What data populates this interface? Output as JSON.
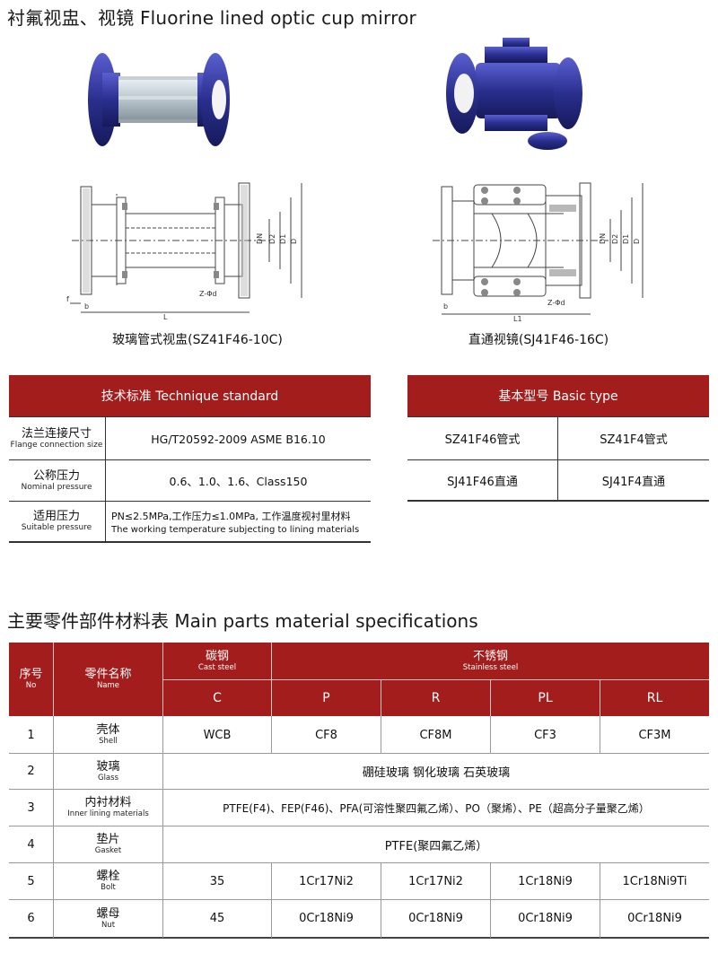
{
  "page_title": "衬氟视盅、视镜 Fluorine lined optic cup mirror",
  "products": [
    {
      "caption": "玻璃管式视盅(SZ41F46-10C)"
    },
    {
      "caption": "直通视镜(SJ41F46-16C)"
    }
  ],
  "drawing_labels": {
    "L": "L",
    "L1": "L1",
    "b": "b",
    "f": "f",
    "DN": "DN",
    "D2": "D2",
    "D1": "D1",
    "D": "D",
    "Zd": "Z-Φd"
  },
  "technique": {
    "header": "技术标准 Technique standard",
    "rows": [
      {
        "cn": "法兰连接尺寸",
        "en": "Flange connection size",
        "value": "HG/T20592-2009 ASME B16.10"
      },
      {
        "cn": "公称压力",
        "en": "Nominal pressure",
        "value": "0.6、1.0、1.6、Class150"
      },
      {
        "cn": "适用压力",
        "en": "Suitable pressure",
        "value": "PN≤2.5MPa,工作压力≤1.0MPa, 工作温度视衬里材料",
        "value2": "The working temperature subjecting to lining materials"
      }
    ]
  },
  "basic_type": {
    "header": "基本型号 Basic type",
    "rows": [
      [
        "SZ41F46管式",
        "SZ41F4管式"
      ],
      [
        "SJ41F46直通",
        "SJ41F4直通"
      ]
    ]
  },
  "materials": {
    "title": "主要零件部件材料表 Main parts material specifications",
    "col_no": {
      "cn": "序号",
      "en": "No"
    },
    "col_name": {
      "cn": "零件名称",
      "en": "Name"
    },
    "carbon": {
      "cn": "碳钢",
      "en": "Cast steel"
    },
    "stainless": {
      "cn": "不锈钢",
      "en": "Stainless steel"
    },
    "codes": [
      "C",
      "P",
      "R",
      "PL",
      "RL"
    ],
    "rows": [
      {
        "no": "1",
        "cn": "壳体",
        "en": "Shell",
        "cells": [
          "WCB",
          "CF8",
          "CF8M",
          "CF3",
          "CF3M"
        ]
      },
      {
        "no": "2",
        "cn": "玻璃",
        "en": "Glass",
        "span": "硼硅玻璃 钢化玻璃 石英玻璃"
      },
      {
        "no": "3",
        "cn": "内衬材料",
        "en": "Inner lining materials",
        "span": "PTFE(F4)、FEP(F46)、PFA(可溶性聚四氟乙烯）、PO（聚烯）、PE（超高分子量聚乙烯）"
      },
      {
        "no": "4",
        "cn": "垫片",
        "en": "Gasket",
        "span": "PTFE(聚四氟乙烯）"
      },
      {
        "no": "5",
        "cn": "螺栓",
        "en": "Bolt",
        "cells": [
          "35",
          "1Cr17Ni2",
          "1Cr17Ni2",
          "1Cr18Ni9",
          "1Cr18Ni9Ti"
        ]
      },
      {
        "no": "6",
        "cn": "螺母",
        "en": "Nut",
        "cells": [
          "45",
          "0Cr18Ni9",
          "0Cr18Ni9",
          "0Cr18Ni9",
          "0Cr18Ni9"
        ]
      }
    ]
  },
  "colors": {
    "accent_red": "#a31d1d",
    "valve_blue": "#2a2f8f"
  }
}
